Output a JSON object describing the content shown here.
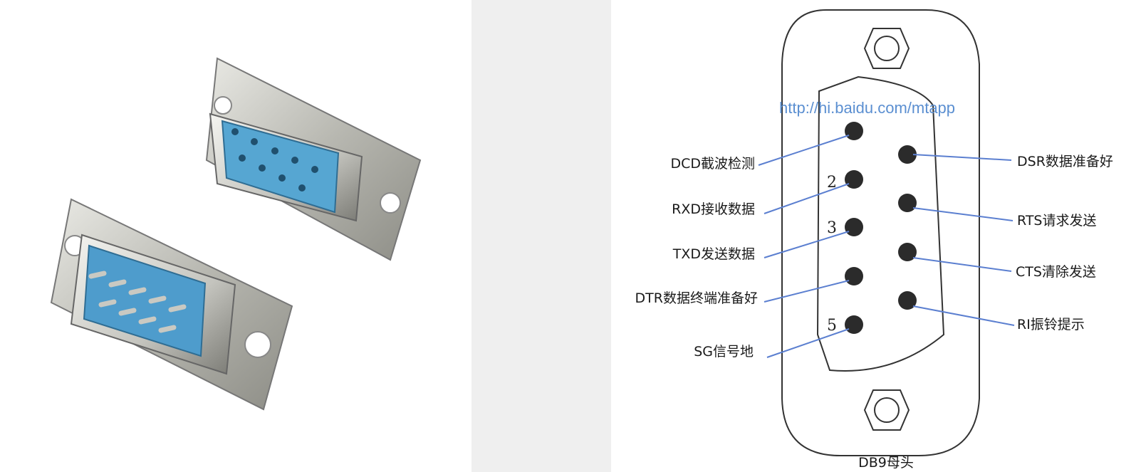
{
  "diagram": {
    "watermark_url": "http://hi.baidu.com/mtapp",
    "caption": "DB9母头",
    "pin_numbers": [
      "2",
      "3",
      "5"
    ],
    "labels_left": [
      "DCD截波检测",
      "RXD接收数据",
      "TXD发送数据",
      "DTR数据终端准备好",
      "SG信号地"
    ],
    "labels_right": [
      "DSR数据准备好",
      "RTS请求发送",
      "CTS清除发送",
      "RI振铃提示"
    ],
    "colors": {
      "leader_line": "#5b7fd0",
      "pin": "#2b2b2b",
      "connector_blue": "#5aa9d6",
      "metal": "#c8c8c4"
    }
  }
}
